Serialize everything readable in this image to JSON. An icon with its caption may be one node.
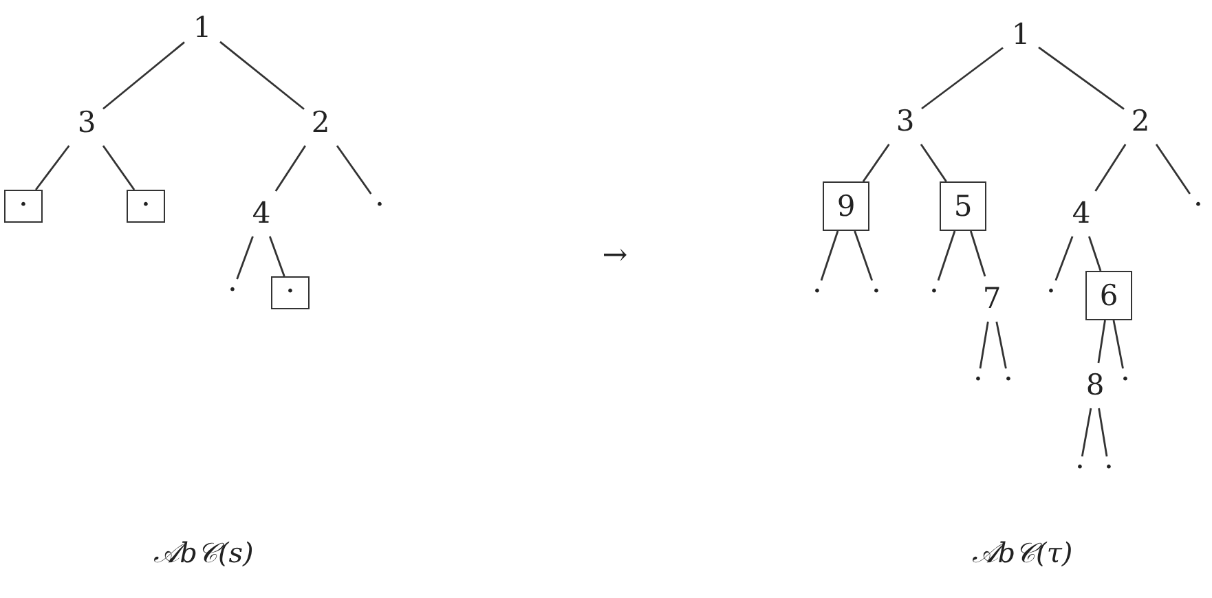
{
  "diagram": {
    "nodes": [
      {
        "text": [
          "1"
        ]
      },
      {
        "text": [
          "3"
        ]
      },
      {
        "text": [
          "2"
        ]
      },
      {
        "text": [
          "·"
        ]
      },
      {
        "text": [
          "·"
        ]
      },
      {
        "text": [
          "4"
        ]
      },
      {
        "text": [
          "·"
        ]
      },
      {
        "text": [
          "·"
        ]
      },
      {
        "text": [
          "·"
        ]
      },
      {
        "text": [
          "1"
        ]
      },
      {
        "text": [
          "3"
        ]
      },
      {
        "text": [
          "2"
        ]
      },
      {
        "text": [
          "9"
        ]
      },
      {
        "text": [
          "5"
        ]
      },
      {
        "text": [
          "4"
        ]
      },
      {
        "text": [
          "·"
        ]
      },
      {
        "text": [
          "·"
        ]
      },
      {
        "text": [
          "·"
        ]
      },
      {
        "text": [
          "·"
        ]
      },
      {
        "text": [
          "7"
        ]
      },
      {
        "text": [
          "·"
        ]
      },
      {
        "text": [
          "6"
        ]
      },
      {
        "text": [
          "·"
        ]
      },
      {
        "text": [
          "·"
        ]
      },
      {
        "text": [
          "8"
        ]
      },
      {
        "text": [
          "·"
        ]
      },
      {
        "text": [
          "·"
        ]
      },
      {
        "text": [
          "·"
        ]
      }
    ],
    "edges": [
      {
        "from": 0,
        "to": 1,
        "arrow": "none"
      },
      {
        "from": 0,
        "to": 2,
        "arrow": "none"
      },
      {
        "from": 1,
        "to": 3,
        "arrow": "none"
      },
      {
        "from": 1,
        "to": 4,
        "arrow": "none"
      },
      {
        "from": 2,
        "to": 5,
        "arrow": "none"
      },
      {
        "from": 2,
        "to": 6,
        "arrow": "none"
      },
      {
        "from": 5,
        "to": 7,
        "arrow": "none"
      },
      {
        "from": 5,
        "to": 8,
        "arrow": "none"
      },
      {
        "from": 9,
        "to": 10,
        "arrow": "none"
      },
      {
        "from": 9,
        "to": 11,
        "arrow": "none"
      },
      {
        "from": 10,
        "to": 12,
        "arrow": "none"
      },
      {
        "from": 10,
        "to": 13,
        "arrow": "none"
      },
      {
        "from": 11,
        "to": 14,
        "arrow": "none"
      },
      {
        "from": 11,
        "to": 15,
        "arrow": "none"
      },
      {
        "from": 12,
        "to": 16,
        "arrow": "none"
      },
      {
        "from": 12,
        "to": 17,
        "arrow": "none"
      },
      {
        "from": 13,
        "to": 18,
        "arrow": "none"
      },
      {
        "from": 13,
        "to": 19,
        "arrow": "none"
      },
      {
        "from": 14,
        "to": 20,
        "arrow": "none"
      },
      {
        "from": 14,
        "to": 21,
        "arrow": "none"
      },
      {
        "from": 19,
        "to": 22,
        "arrow": "none"
      },
      {
        "from": 19,
        "to": 23,
        "arrow": "none"
      },
      {
        "from": 21,
        "to": 24,
        "arrow": "none"
      },
      {
        "from": 21,
        "to": 25,
        "arrow": "none"
      },
      {
        "from": 24,
        "to": 26,
        "arrow": "none"
      },
      {
        "from": 24,
        "to": 27,
        "arrow": "none"
      }
    ],
    "labels": [
      "→",
      "𝒜b𝒞(s)",
      "𝒜b𝒞(τ)"
    ]
  }
}
